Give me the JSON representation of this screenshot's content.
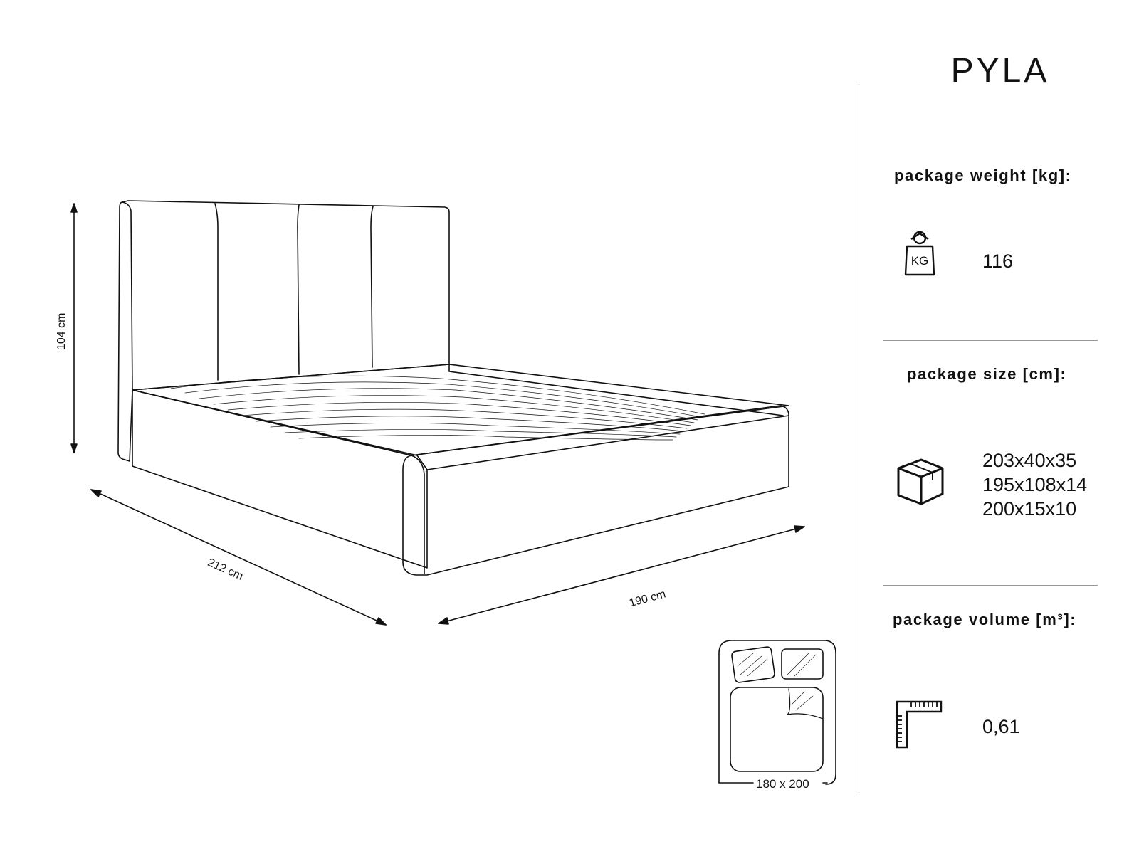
{
  "product": {
    "name": "PYLA"
  },
  "dimensions": {
    "height": "104 cm",
    "length": "212 cm",
    "width": "190 cm",
    "mattress": "180 x 200"
  },
  "specs": {
    "weight": {
      "label": "package weight [kg]:",
      "value": "116",
      "icon": "weight-kg-icon",
      "icon_text": "KG"
    },
    "size": {
      "label": "package size [cm]:",
      "values": [
        "203x40x35",
        "195x108x14",
        "200x15x10"
      ],
      "icon": "box-icon"
    },
    "volume": {
      "label": "package volume [m³]:",
      "value": "0,61",
      "icon": "ruler-icon"
    }
  }
}
